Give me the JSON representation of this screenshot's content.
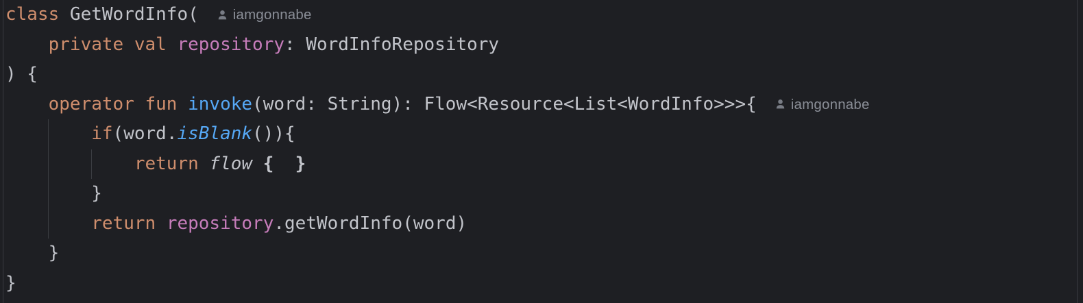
{
  "app": {
    "kind": "code-editor",
    "language": "kotlin"
  },
  "colors": {
    "background": "#1E1F23",
    "guide": "#3A3C41",
    "keyword": "#CF8E6D",
    "default": "#C2C4CA",
    "function": "#56A8F5",
    "property": "#C77DBB",
    "hint": "#8A8E97",
    "hint_icon": "#787C85"
  },
  "hints": {
    "icon": "user-icon",
    "author": "iamgonnabe"
  },
  "code": {
    "lines": [
      {
        "tokens": [
          {
            "t": "class ",
            "c": "keyword"
          },
          {
            "t": "GetWordInfo(",
            "c": "default"
          }
        ],
        "hint": "iamgonnabe"
      },
      {
        "tokens": [
          {
            "t": "    ",
            "c": "default"
          },
          {
            "t": "private val ",
            "c": "keyword"
          },
          {
            "t": "repository",
            "c": "property"
          },
          {
            "t": ": WordInfoRepository",
            "c": "default"
          }
        ]
      },
      {
        "tokens": [
          {
            "t": ") {",
            "c": "default"
          }
        ]
      },
      {
        "tokens": [
          {
            "t": "    ",
            "c": "default"
          },
          {
            "t": "operator fun ",
            "c": "keyword"
          },
          {
            "t": "invoke",
            "c": "function"
          },
          {
            "t": "(word: String): Flow<Resource<List<WordInfo>>>{",
            "c": "default"
          }
        ],
        "hint": "iamgonnabe"
      },
      {
        "tokens": [
          {
            "t": "        ",
            "c": "default"
          },
          {
            "t": "if",
            "c": "keyword"
          },
          {
            "t": "(word.",
            "c": "default"
          },
          {
            "t": "isBlank",
            "c": "function",
            "i": true
          },
          {
            "t": "()){",
            "c": "default"
          }
        ]
      },
      {
        "tokens": [
          {
            "t": "            ",
            "c": "default"
          },
          {
            "t": "return ",
            "c": "keyword"
          },
          {
            "t": "flow",
            "c": "default",
            "i": true
          },
          {
            "t": " ",
            "c": "default"
          },
          {
            "t": "{  }",
            "c": "default",
            "b": true
          }
        ]
      },
      {
        "tokens": [
          {
            "t": "        }",
            "c": "default"
          }
        ]
      },
      {
        "tokens": [
          {
            "t": "        ",
            "c": "default"
          },
          {
            "t": "return ",
            "c": "keyword"
          },
          {
            "t": "repository",
            "c": "property"
          },
          {
            "t": ".getWordInfo(word)",
            "c": "default"
          }
        ]
      },
      {
        "tokens": [
          {
            "t": "    }",
            "c": "default"
          }
        ]
      },
      {
        "tokens": [
          {
            "t": "}",
            "c": "default"
          }
        ]
      }
    ]
  }
}
